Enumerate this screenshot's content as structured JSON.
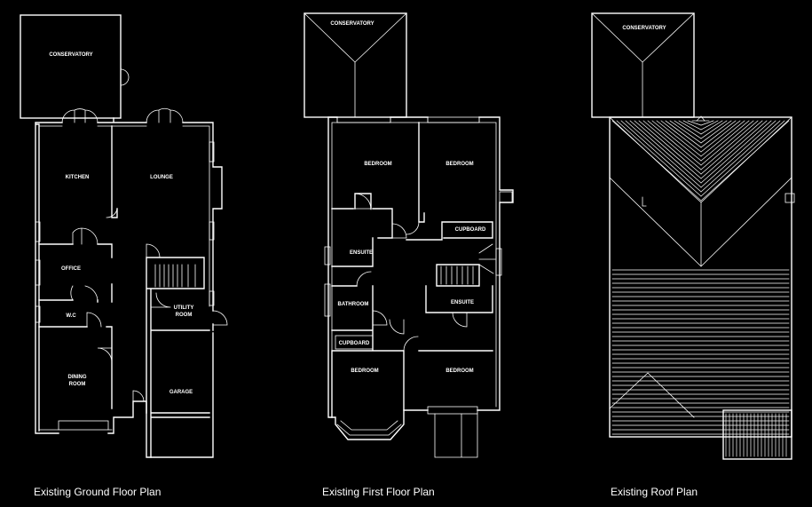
{
  "ground_floor": {
    "caption": "Existing Ground Floor Plan",
    "rooms": {
      "conservatory": "CONSERVATORY",
      "kitchen": "KITCHEN",
      "lounge": "LOUNGE",
      "office": "OFFICE",
      "wc": "W.C",
      "utility_1": "UTILITY",
      "utility_2": "ROOM",
      "dining_1": "DINING",
      "dining_2": "ROOM",
      "garage": "GARAGE"
    }
  },
  "first_floor": {
    "caption": "Existing First Floor Plan",
    "rooms": {
      "conservatory": "CONSERVATORY",
      "bedroom_1": "BEDROOM",
      "bedroom_2": "BEDROOM",
      "ensuite_1": "ENSUITE",
      "cupboard_1": "CUPBOARD",
      "ensuite_2": "ENSUITE",
      "bathroom": "BATHROOM",
      "cupboard_2": "CUPBOARD",
      "bedroom_3": "BEDROOM",
      "bedroom_4": "BEDROOM"
    }
  },
  "roof": {
    "caption": "Existing Roof Plan",
    "rooms": {
      "conservatory": "CONSERVATORY"
    }
  }
}
